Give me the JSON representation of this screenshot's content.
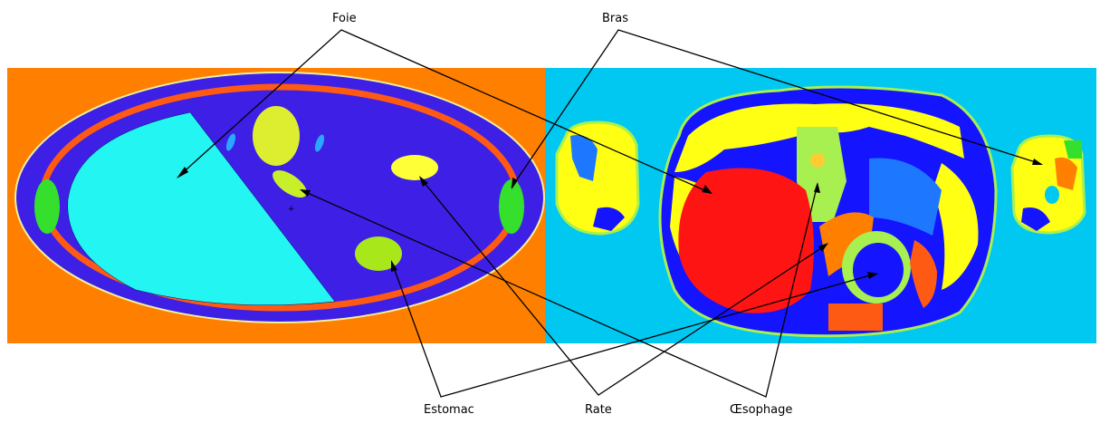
{
  "labels": {
    "foie": "Foie",
    "bras": "Bras",
    "estomac": "Estomac",
    "rate": "Rate",
    "oesophage": "Œsophage"
  },
  "colors": {
    "phantom_background": "#ff7f00",
    "ct_background": "#00c8f0",
    "body_blue": "#3e1fe6",
    "liver_cyan": "#22f5f2",
    "rib_orange": "#ff5a14",
    "arm_green": "#34e02c",
    "spleen_yellow": "#ffff38",
    "aorta_green_yellow": "#c8f02a",
    "stomach_yellow_green": "#a8e81a",
    "ct_liver_red": "#ff1414",
    "ct_yellow": "#ffff14",
    "ct_blue": "#1414ff",
    "ct_light_blue": "#1e78ff",
    "ct_light_green": "#a8f050"
  }
}
